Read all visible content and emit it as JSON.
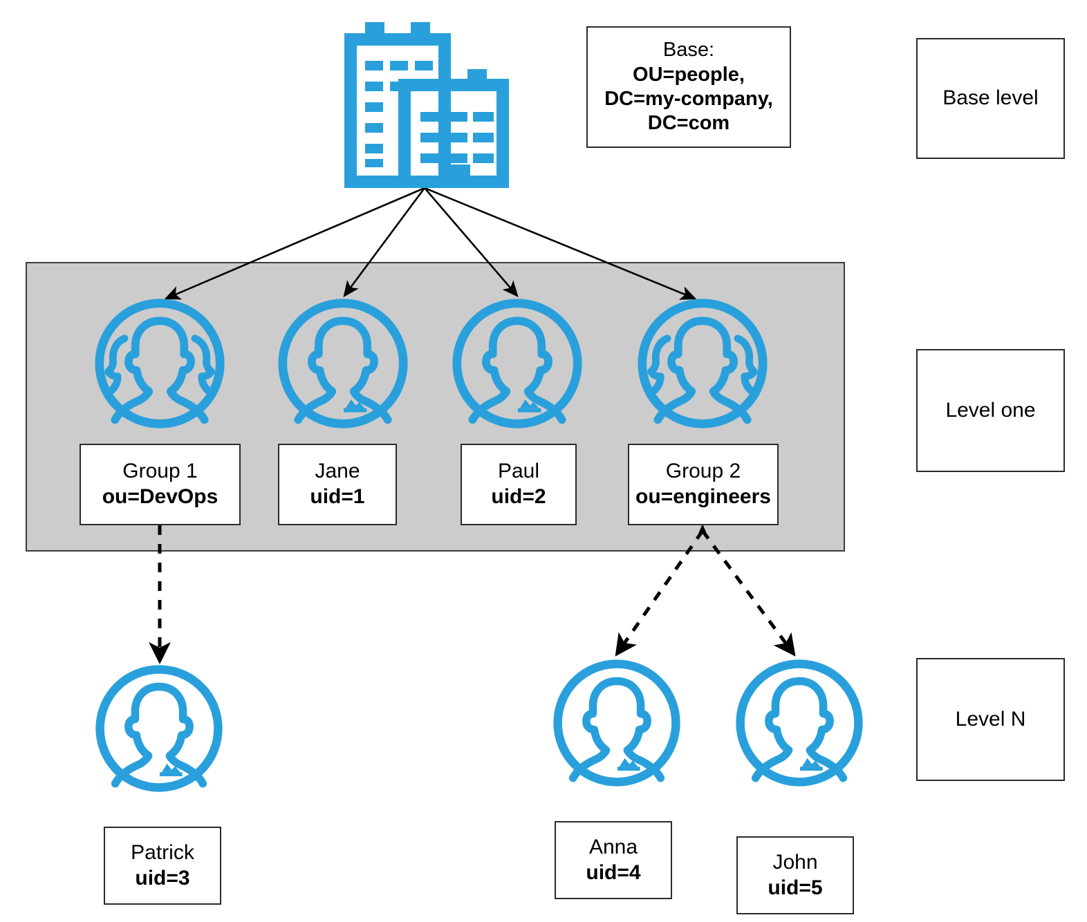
{
  "diagram": {
    "title_note": "LDAP directory search scope diagram",
    "colors": {
      "brand_blue": "#29a0dc",
      "band_gray": "#cccccc",
      "outline": "#2a2a2a"
    },
    "root": {
      "icon": "office-building-icon",
      "base_box": {
        "label": "Base:",
        "line_ou": "OU=people,",
        "line_dc1": "DC=my-company,",
        "line_dc2": "DC=com"
      }
    },
    "level_labels": [
      {
        "name": "base-level",
        "text": "Base level"
      },
      {
        "name": "level-one",
        "text": "Level one"
      },
      {
        "name": "level-n",
        "text": "Level N"
      }
    ],
    "level_one": [
      {
        "icon": "group-people-icon",
        "type": "group",
        "name": "Group 1",
        "attr": "ou=DevOps"
      },
      {
        "icon": "single-person-icon",
        "type": "user",
        "name": "Jane",
        "attr": "uid=1"
      },
      {
        "icon": "single-person-icon",
        "type": "user",
        "name": "Paul",
        "attr": "uid=2"
      },
      {
        "icon": "group-people-icon",
        "type": "group",
        "name": "Group 2",
        "attr": "ou=engineers"
      }
    ],
    "level_n": [
      {
        "icon": "single-person-icon",
        "type": "user",
        "name": "Patrick",
        "attr": "uid=3"
      },
      {
        "icon": "single-person-icon",
        "type": "user",
        "name": "Anna",
        "attr": "uid=4"
      },
      {
        "icon": "single-person-icon",
        "type": "user",
        "name": "John",
        "attr": "uid=5"
      }
    ],
    "edges": {
      "solid_from_root": 4,
      "dashed_from_group1": 1,
      "dashed_from_group2": 2
    }
  }
}
